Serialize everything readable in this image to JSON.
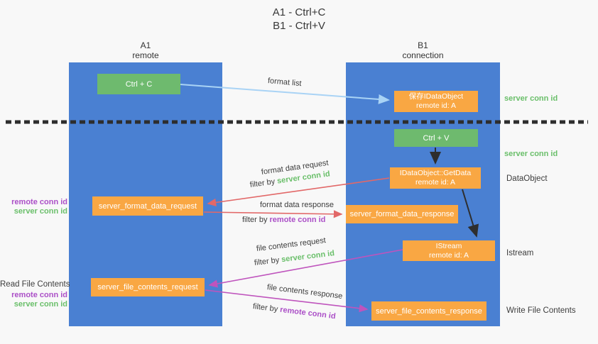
{
  "title": {
    "line1": "A1 - Ctrl+C",
    "line2": "B1 - Ctrl+V"
  },
  "columns": {
    "left": {
      "name": "A1",
      "role": "remote"
    },
    "right": {
      "name": "B1",
      "role": "connection"
    }
  },
  "boxes": {
    "ctrl_c": {
      "label": "Ctrl + C"
    },
    "save_dataobject": {
      "line1": "保存IDataObject",
      "line2": "remote id: A"
    },
    "ctrl_v": {
      "label": "Ctrl + V"
    },
    "getdata": {
      "line1": "IDataObject::GetData",
      "line2": "remote id: A"
    },
    "format_request": {
      "label": "server_format_data_request"
    },
    "format_response": {
      "label": "server_format_data_response"
    },
    "istream": {
      "line1": "IStream",
      "line2": "remote id: A"
    },
    "file_request": {
      "label": "server_file_contents_request"
    },
    "file_response": {
      "label": "server_file_contents_response"
    }
  },
  "side_labels": {
    "right": {
      "server_conn_top": "server conn id",
      "server_conn_mid": "server conn id",
      "dataobject": "DataObject",
      "istream": "Istream",
      "write_file": "Write File Contents"
    },
    "left": {
      "remote_conn_1": "remote conn id",
      "server_conn_1": "server conn id",
      "read_file": "Read File Contents",
      "remote_conn_2": "remote conn id",
      "server_conn_2": "server conn id"
    }
  },
  "arrow_labels": {
    "format_list": "format list",
    "format_data_request": "format data request",
    "format_data_response": "format data response",
    "file_contents_request": "file contents request",
    "file_contents_response": "file contents response",
    "filter_by": "filter by",
    "server_conn_id": "server conn id",
    "remote_conn_id": "remote conn id"
  },
  "colors": {
    "column_blue": "#4a80d2",
    "box_green": "#6eba6e",
    "box_orange": "#f9a743",
    "server_conn_green": "#6abf6a",
    "remote_conn_purple": "#ab4fc7",
    "arrow_red": "#e26868",
    "arrow_magenta": "#bf54bd",
    "arrow_blue": "#a9d3f5",
    "arrow_black": "#2e2e2e"
  }
}
